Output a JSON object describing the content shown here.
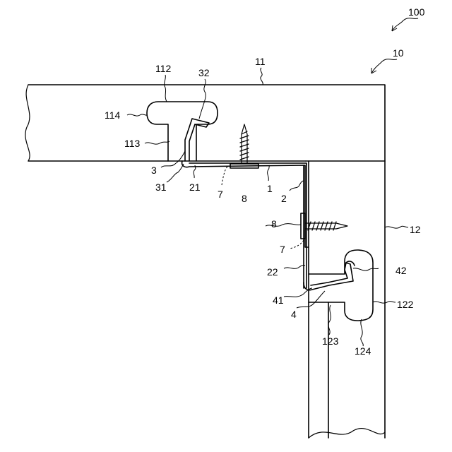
{
  "labels": {
    "l100": "100",
    "l10": "10",
    "l11": "11",
    "l112": "112",
    "l32": "32",
    "l114": "114",
    "l113": "113",
    "l3": "3",
    "l31": "31",
    "l21": "21",
    "l7a": "7",
    "l8a": "8",
    "l1": "1",
    "l2": "2",
    "l8b": "8",
    "l7b": "7",
    "l12": "12",
    "l22": "22",
    "l42": "42",
    "l41": "41",
    "l4": "4",
    "l122": "122",
    "l123": "123",
    "l124": "124"
  }
}
